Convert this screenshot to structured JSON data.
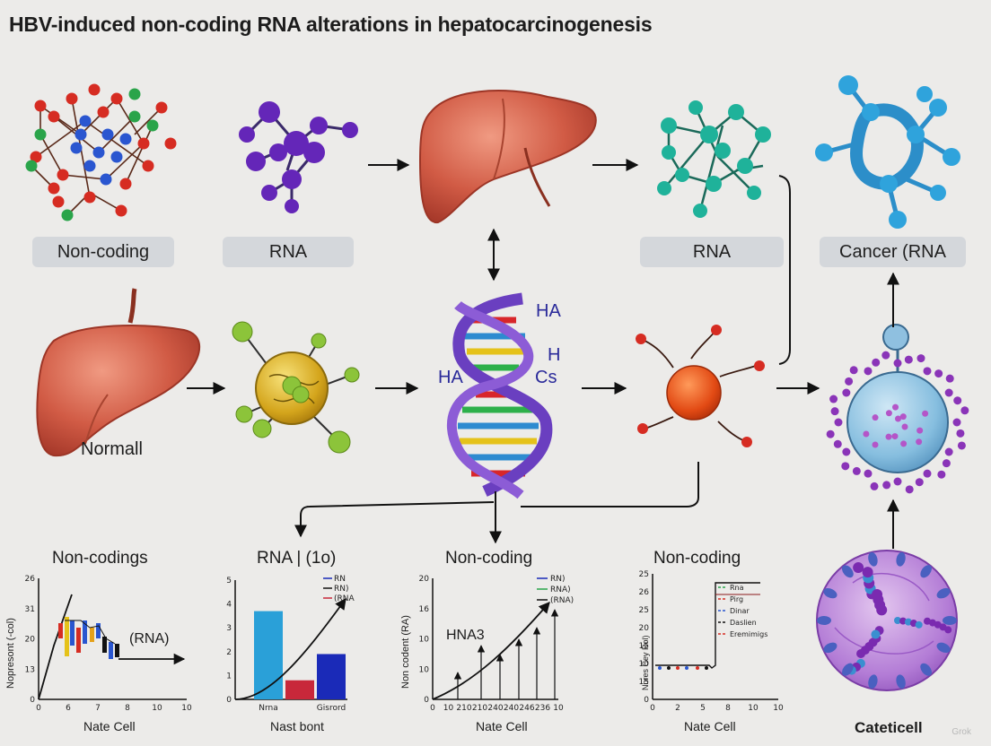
{
  "title": "HBV-induced non-coding RNA alterations in hepatocarcinogenesis",
  "top_labels": [
    "Non-coding",
    "RNA",
    "RNA",
    "Cancer (RNA"
  ],
  "normal_label": "Normall",
  "helix_labels": {
    "ha_top": "HA",
    "h": "H",
    "cs": "Cs",
    "ha_left": "HA"
  },
  "cancer_cell_label": "Cateticell",
  "watermark": "Grok",
  "colors": {
    "liver": "#c8503e",
    "helix": "#6a3fc0",
    "red_atom": "#d62c22",
    "blue_atom": "#2a56d0",
    "teal_atom": "#1fb29a",
    "purple_atom": "#6a2ac4"
  },
  "icons": [
    "molecule-icon",
    "liver-icon",
    "dna-helix-icon",
    "cell-icon",
    "tumor-cell-icon"
  ],
  "chart_data": [
    {
      "type": "line",
      "title": "Non-codings",
      "ylabel": "Nopresont (-col)",
      "xlabel": "Nate Cell",
      "yticks": [
        "26",
        "31",
        "20",
        "13",
        "0"
      ],
      "xticks": [
        "0",
        "6",
        "7",
        "8",
        "10",
        "10"
      ],
      "annotation": "(RNA)"
    },
    {
      "type": "bar",
      "title": "RNA | (1o)",
      "xlabel": "Nast bont",
      "categories": [
        "Nrna",
        "",
        "Gisrord"
      ],
      "values": [
        3.7,
        0.8,
        1.9
      ],
      "yticks": [
        "5",
        "4",
        "3",
        "2",
        "1",
        "0"
      ],
      "ylim": [
        0,
        5
      ],
      "legend": [
        "RN",
        "RN)",
        "(RNA"
      ]
    },
    {
      "type": "line",
      "title": "Non-coding",
      "ylabel": "Non codent (RA)",
      "xlabel": "Nate Cell",
      "annotation": "HNA3",
      "yticks": [
        "20",
        "16",
        "10",
        "10",
        "0"
      ],
      "xticks": [
        "0",
        "10",
        "210",
        "210",
        "240",
        "240",
        "246",
        "236",
        "10"
      ],
      "legend": [
        "RN)",
        "RNA)",
        "(RNA)"
      ]
    },
    {
      "type": "line",
      "title": "Non-coding",
      "ylabel": "Nnres Cey Rol)",
      "xlabel": "Nate Cell",
      "yticks": [
        "25",
        "26",
        "25",
        "20",
        "15",
        "10",
        "15",
        "0"
      ],
      "xticks": [
        "0",
        "2",
        "5",
        "8",
        "10",
        "10"
      ],
      "legend": [
        "Rna",
        "Pirg",
        "Dinar",
        "Daslien",
        "Eremimigs"
      ]
    }
  ]
}
